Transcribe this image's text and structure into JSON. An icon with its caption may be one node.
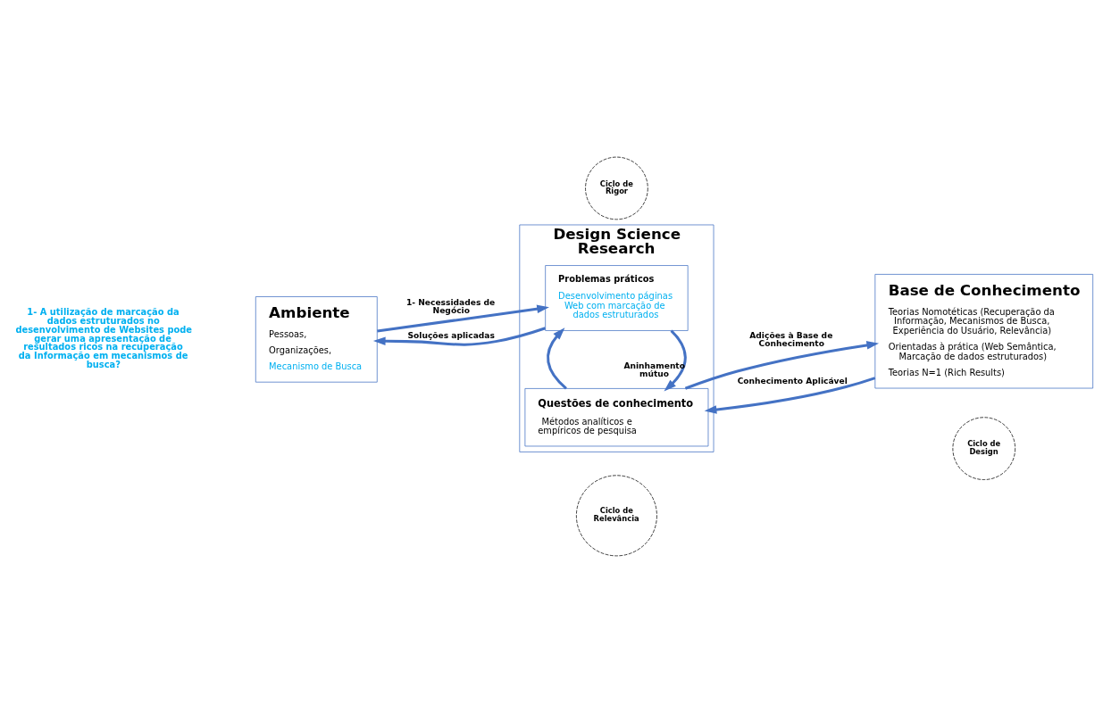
{
  "diagram": {
    "nodes": [
      {
        "text": [
          "Ambiente",
          "Pessoas,",
          "Organizações,",
          "Mecanismo de Busca"
        ]
      },
      {
        "text": [
          "Design Science Research"
        ]
      },
      {
        "text": [
          "Problemas práticos",
          "Desenvolvimento páginas Web com marcação de dados estruturados"
        ],
        "in": 1
      },
      {
        "text": [
          "Questões de conhecimento",
          "Métodos analíticos e empíricos de pesquisa"
        ],
        "in": 1
      },
      {
        "text": [
          "Base de Conhecimento",
          "Teorias Nomotéticas (Recuperação da Informação, Mecanismos de Busca, Experiência do Usuário, Relevância)",
          "Orientadas à prática (Web Semântica, Marcação de dados estruturados)",
          "Teorias N=1 (Rich Results)"
        ]
      }
    ],
    "edges": [
      {
        "from": 0,
        "to": 2,
        "arrow": "to",
        "label": "1- Necessidades de Negócio"
      },
      {
        "from": 2,
        "to": 0,
        "arrow": "to",
        "label": "Soluções aplicadas"
      },
      {
        "from": 2,
        "to": 3,
        "arrow": "to",
        "label": "Aninhamento mútuo"
      },
      {
        "from": 3,
        "to": 2,
        "arrow": "to"
      },
      {
        "from": 3,
        "to": 4,
        "arrow": "to",
        "label": "Adições à Base de Conhecimento"
      },
      {
        "from": 4,
        "to": 3,
        "arrow": "to",
        "label": "Conhecimento Aplicável"
      }
    ],
    "labels": [
      "1- A utilização de marcação da dados estruturados no desenvolvimento de Websites pode gerar uma apresentação de resultados ricos na recuperação da Informação em mecanismos de busca?",
      "Ciclo de Relevância",
      "Ciclo de Rigor",
      "Ciclo de Design"
    ]
  }
}
